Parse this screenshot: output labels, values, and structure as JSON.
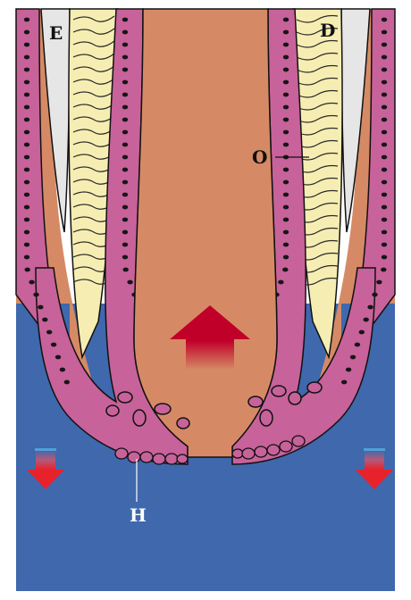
{
  "labels": {
    "enamel": "E",
    "dentin": "D",
    "odontoblasts": "O",
    "hertwig_sheath": "H"
  },
  "colors": {
    "background": "#ffffff",
    "bone_tissue": "#3f68ad",
    "pulp": "#d58a65",
    "cells": "#c8629a",
    "nuclei": "#161616",
    "dentin": "#f6edb3",
    "enamel_space": "#e6e6e6",
    "arrow_red": "#c1002a",
    "arrow_blue": "#3f68ad"
  },
  "icons": {
    "growth_arrow": "up-arrow-icon",
    "down_arrows": "down-arrow-icon"
  }
}
